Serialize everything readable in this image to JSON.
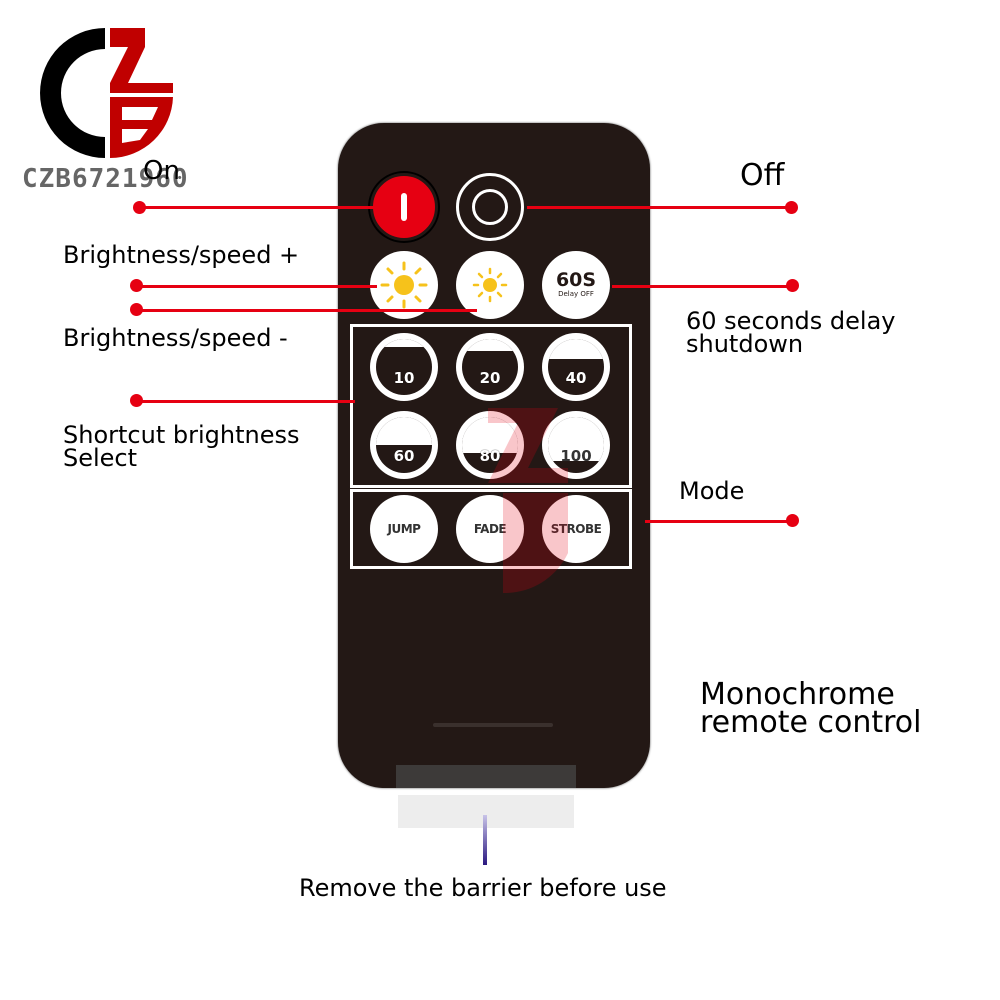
{
  "brand": {
    "logo_letters": "CZB",
    "watermark_text": "CZB6721960",
    "colors": {
      "black": "#000000",
      "red": "#c00000",
      "watermark_gray": "#666666"
    }
  },
  "remote": {
    "body_color": "#231815",
    "accent_red": "#e60012",
    "buttons": {
      "on": {
        "icon": "power-on-icon",
        "glyph": "I"
      },
      "off": {
        "icon": "power-off-icon"
      },
      "brightness_up": {
        "icon": "sun-large-icon"
      },
      "brightness_down": {
        "icon": "sun-small-icon"
      },
      "delay": {
        "main": "60S",
        "sub": "Delay OFF"
      },
      "shortcuts": [
        {
          "label": "10",
          "level_percent": 10
        },
        {
          "label": "20",
          "level_percent": 20
        },
        {
          "label": "40",
          "level_percent": 40
        },
        {
          "label": "60",
          "level_percent": 60
        },
        {
          "label": "80",
          "level_percent": 80
        },
        {
          "label": "100",
          "level_percent": 100
        }
      ],
      "modes": [
        "JUMP",
        "FADE",
        "STROBE"
      ]
    }
  },
  "callouts": {
    "on": "On",
    "off": "Off",
    "brightness_up": "Brightness/speed +",
    "brightness_down": "Brightness/speed -",
    "delay_line1": "60 seconds delay",
    "delay_line2": "shutdown",
    "shortcut_line1": "Shortcut brightness",
    "shortcut_line2": "Select",
    "mode": "Mode",
    "product_line1": "Monochrome",
    "product_line2": "remote control",
    "barrier": "Remove the barrier before use"
  }
}
